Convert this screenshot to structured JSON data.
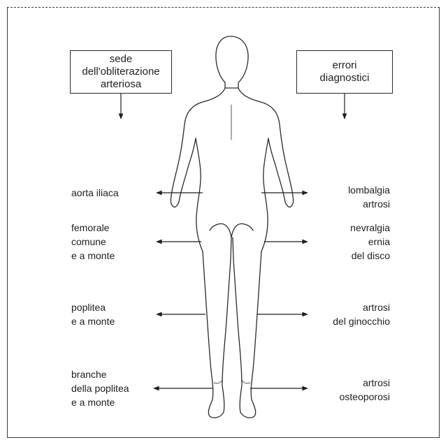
{
  "left_box": {
    "lines": [
      "sede",
      "dell'obliterazione",
      "arteriosa"
    ]
  },
  "right_box": {
    "lines": [
      "errori",
      "diagnostici"
    ]
  },
  "left_labels": [
    {
      "lines": [
        "aorta iliaca"
      ]
    },
    {
      "lines": [
        "femorale",
        "comune",
        "e a monte"
      ]
    },
    {
      "lines": [
        "poplitea",
        "e a monte"
      ]
    },
    {
      "lines": [
        "branche",
        "della poplitea",
        "e a monte"
      ]
    }
  ],
  "right_labels": [
    {
      "lines": [
        "lombalgia",
        "artrosi"
      ]
    },
    {
      "lines": [
        "nevralgia",
        "ernia",
        "del disco"
      ]
    },
    {
      "lines": [
        "artrosi",
        "del ginocchio"
      ]
    },
    {
      "lines": [
        "artrosi",
        "osteoporosi"
      ]
    }
  ],
  "colors": {
    "ink": "#1e1e1e",
    "background": "#ffffff"
  }
}
